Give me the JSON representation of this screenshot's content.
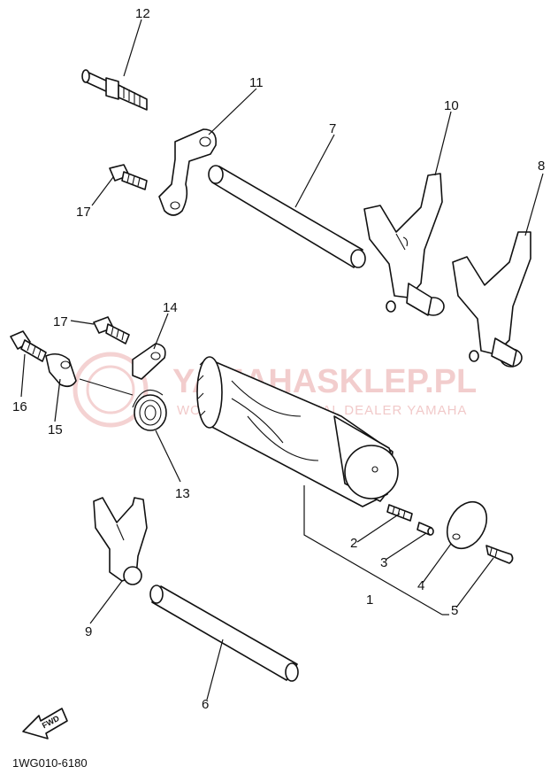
{
  "diagram": {
    "part_code": "1WG010-6180",
    "fwd_label": "FWD",
    "watermark": {
      "brand": "YAMAHASKLEP.PL",
      "tagline": "WORLDWIDE OFFICIAL DEALER YAMAHA",
      "accent_color": "#e9a6a6"
    },
    "callouts": [
      "1",
      "2",
      "3",
      "4",
      "5",
      "6",
      "7",
      "8",
      "9",
      "10",
      "11",
      "12",
      "13",
      "14",
      "15",
      "16",
      "17",
      "17"
    ]
  }
}
